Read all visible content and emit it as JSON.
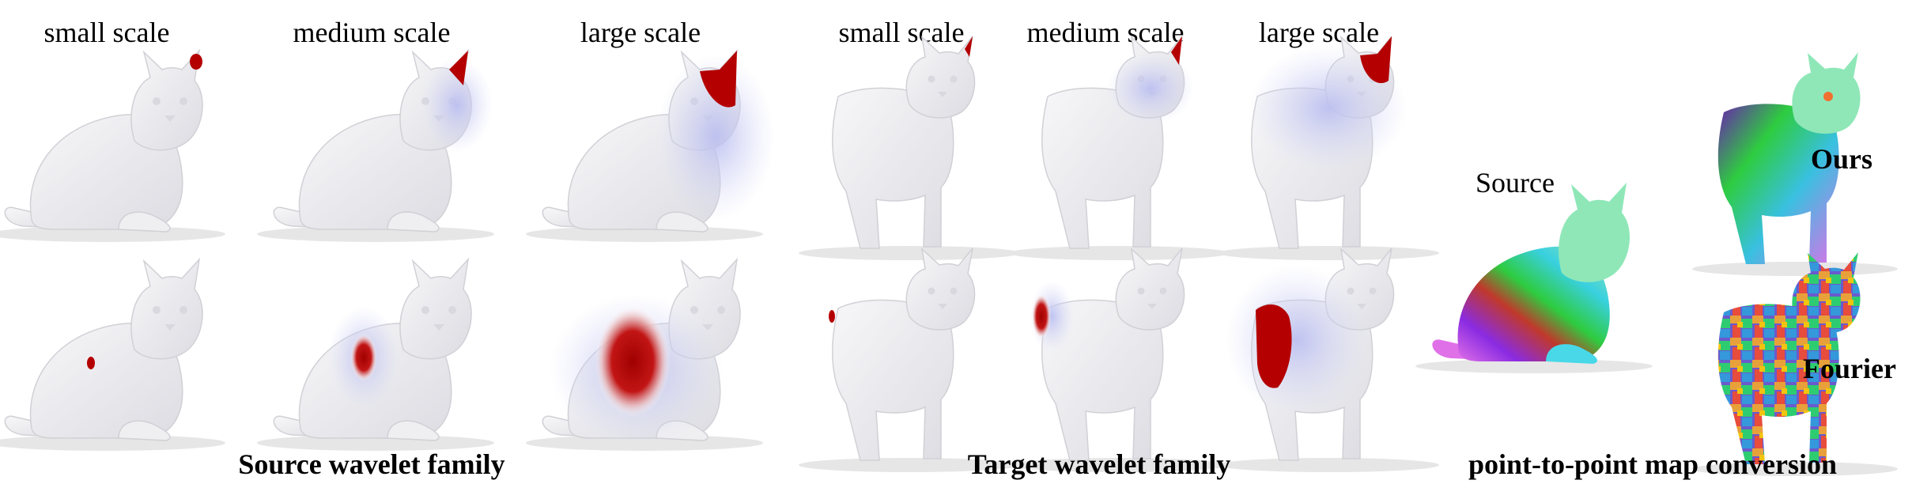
{
  "source_panel": {
    "scale_labels": [
      "small scale",
      "medium scale",
      "large scale"
    ],
    "caption": "Source wavelet family"
  },
  "target_panel": {
    "scale_labels": [
      "small scale",
      "medium scale",
      "large scale"
    ],
    "caption": "Target wavelet family"
  },
  "conversion_panel": {
    "source_label": "Source",
    "ours_label": "Ours",
    "fourier_label": "Fourier",
    "caption": "point-to-point map conversion"
  },
  "colors": {
    "mesh": "#ececef",
    "wavelet_positive": "#b40000",
    "wavelet_negative": "#9aa0e6"
  }
}
